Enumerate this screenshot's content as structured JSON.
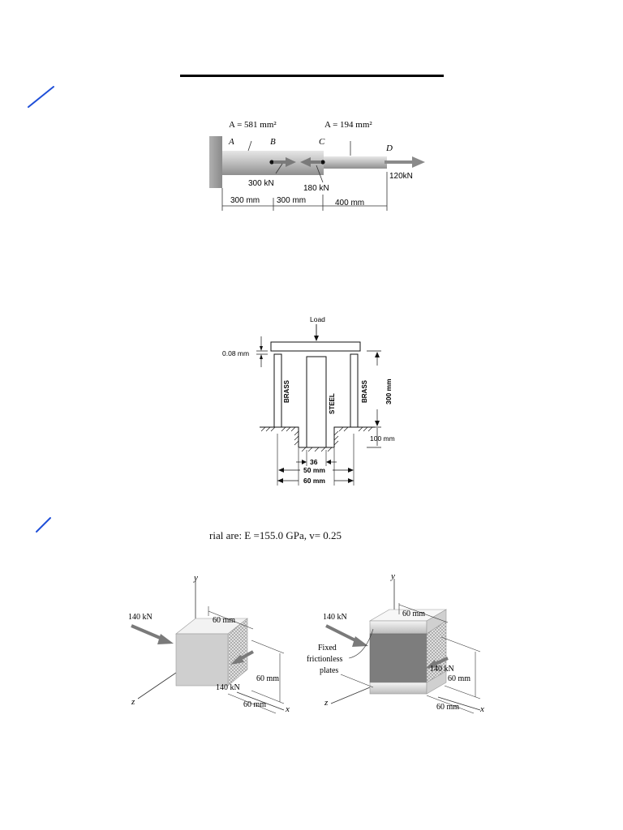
{
  "fig1": {
    "area_left": "A = 581 mm²",
    "area_right": "A = 194 mm²",
    "point_a": "A",
    "point_b": "B",
    "point_c": "C",
    "point_d": "D",
    "load_b": "300 kN",
    "load_c": "180 kN",
    "load_d": "120kN",
    "dim_1": "300 mm",
    "dim_2": "300 mm",
    "dim_3": "400 mm"
  },
  "fig2": {
    "load_label": "Load",
    "gap_label": "0.08 mm",
    "left_post": "BRASS",
    "center_post": "STEEL",
    "right_post": "BRASS",
    "height_label": "300 mm",
    "depth_label": "100 mm",
    "dim_inner": "36",
    "dim_mid": "50 mm",
    "dim_outer": "60 mm"
  },
  "material_line": "rial are: E =155.0 GPa, v= 0.25",
  "fig3": {
    "left": {
      "axis_y": "y",
      "axis_z": "z",
      "axis_x": "x",
      "load_in": "140 kN",
      "load_out": "140 kN",
      "dim_top": "60 mm",
      "dim_right": "60 mm",
      "dim_bottom": "60 mm"
    },
    "right": {
      "axis_y": "y",
      "axis_z": "z",
      "axis_x": "x",
      "load_in": "140 kN",
      "load_out": "140 kN",
      "plates_label_1": "Fixed",
      "plates_label_2": "frictionless",
      "plates_label_3": "plates",
      "dim_top": "60 mm",
      "dim_right": "60 mm",
      "dim_bottom": "60 mm"
    }
  },
  "colors": {
    "pen_mark": "#1f4fd8",
    "rule": "#000000",
    "arrow": "#8a8a8a"
  }
}
